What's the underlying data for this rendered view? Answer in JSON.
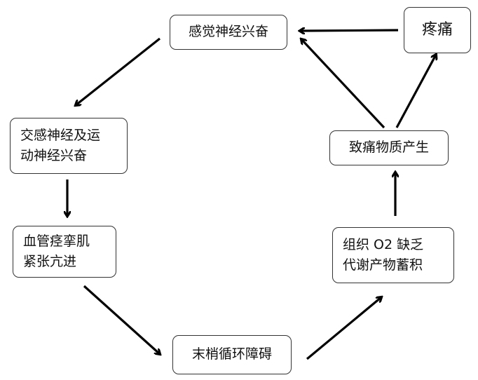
{
  "nodes": {
    "sensory": [
      "感觉神经兴奋"
    ],
    "pain": [
      "疼痛"
    ],
    "sympathetic": [
      "交感神经及运",
      "动神经兴奋"
    ],
    "vascular": [
      "血管痉挛肌",
      "紧张亢进"
    ],
    "circulation": [
      "末梢循环障碍"
    ],
    "hypoxia": [
      "组织 O2 缺乏",
      "代谢产物蓄积"
    ],
    "pain_substances": [
      "致痛物质产生"
    ]
  },
  "colors": {
    "arrow": "#000000",
    "border": "#333333"
  }
}
